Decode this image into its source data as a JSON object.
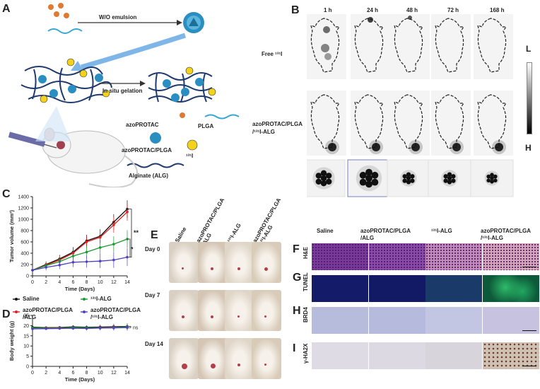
{
  "panels": {
    "A": "A",
    "B": "B",
    "C": "C",
    "D": "D",
    "E": "E",
    "F": "F",
    "G": "G",
    "H": "H",
    "I": "I"
  },
  "panelA": {
    "emulsion": "W/O emulsion",
    "gelation": "In situ gelation",
    "azoPROTAC": "azoPROTAC",
    "plga": "PLGA",
    "azoPLGA": "azoPROTAC/PLGA",
    "iodine": "¹³¹I",
    "alg": "Alginate (ALG)"
  },
  "panelB": {
    "times": [
      "1 h",
      "24 h",
      "48 h",
      "72 h",
      "168 h"
    ],
    "row1": "Free ¹³¹I",
    "row2_line1": "azoPROTAC/PLGA",
    "row2_line2": "/¹³¹I-ALG",
    "scale_top": "L",
    "scale_bottom": "H"
  },
  "panelE": {
    "groups": [
      "Saline",
      "azoPROTAC/PLGA /ALG",
      "¹³¹I-ALG",
      "azoPROTAC/PLGA /¹³¹I-ALG"
    ],
    "days": [
      "Day 0",
      "Day 7",
      "Day 14"
    ]
  },
  "panelF": {
    "groups": [
      "Saline",
      "azoPROTAC/PLGA",
      "/ALG",
      "¹³¹I-ALG",
      "azoPROTAC/PLGA",
      "/¹³¹I-ALG"
    ],
    "stains": [
      "H&E",
      "TUNEL",
      "BRD4",
      "γ-HA2X"
    ]
  },
  "legend": {
    "saline": "Saline",
    "i131": "¹³¹I-ALG",
    "azo_l1": "azoPROTAC/PLGA",
    "azo_l2": "/ALG",
    "combo_l1": "azoPROTAC/PLGA",
    "combo_l2": "/¹³¹I-ALG"
  },
  "chart_data": [
    {
      "type": "line",
      "panel": "C",
      "ylabel": "Tumor volume (mm³)",
      "xlabel": "Time (Days)",
      "x": [
        0,
        2,
        4,
        6,
        8,
        10,
        12,
        14
      ],
      "xlim": [
        0,
        14
      ],
      "ylim": [
        0,
        1400
      ],
      "yticks": [
        0,
        200,
        400,
        600,
        800,
        1000,
        1200,
        1400
      ],
      "series": [
        {
          "name": "Saline",
          "color": "#111111",
          "values": [
            100,
            200,
            300,
            420,
            620,
            700,
            950,
            1180
          ]
        },
        {
          "name": "azoPROTAC/PLGA /ALG",
          "color": "#e02020",
          "values": [
            100,
            190,
            280,
            400,
            600,
            680,
            900,
            1130
          ]
        },
        {
          "name": "¹³¹I-ALG",
          "color": "#1a9a30",
          "values": [
            100,
            180,
            250,
            350,
            420,
            500,
            560,
            650
          ]
        },
        {
          "name": "azoPROTAC/PLGA /¹³¹I-ALG",
          "color": "#5040c0",
          "values": [
            100,
            150,
            190,
            240,
            250,
            260,
            280,
            330
          ]
        }
      ],
      "annotations": [
        "**",
        "*"
      ]
    },
    {
      "type": "line",
      "panel": "D",
      "ylabel": "Body weight (g)",
      "xlabel": "Time (Days)",
      "x": [
        0,
        2,
        4,
        6,
        8,
        10,
        12,
        14
      ],
      "xlim": [
        0,
        14
      ],
      "ylim": [
        0,
        25
      ],
      "yticks": [
        0,
        5,
        10,
        15,
        20,
        25
      ],
      "series": [
        {
          "name": "Saline",
          "color": "#111111",
          "values": [
            19.2,
            19.0,
            19.1,
            19.4,
            19.2,
            19.3,
            19.5,
            19.6
          ]
        },
        {
          "name": "azoPROTAC/PLGA /ALG",
          "color": "#e02020",
          "values": [
            18.6,
            18.8,
            18.9,
            19.0,
            18.8,
            19.0,
            19.2,
            19.3
          ]
        },
        {
          "name": "¹³¹I-ALG",
          "color": "#1a9a30",
          "values": [
            18.9,
            18.7,
            18.8,
            19.1,
            19.0,
            18.9,
            19.1,
            19.4
          ]
        },
        {
          "name": "azoPROTAC/PLGA /¹³¹I-ALG",
          "color": "#5040c0",
          "values": [
            18.4,
            18.5,
            18.6,
            18.7,
            18.6,
            18.8,
            18.9,
            19.0
          ]
        }
      ],
      "annotations": [
        "ns"
      ]
    }
  ]
}
